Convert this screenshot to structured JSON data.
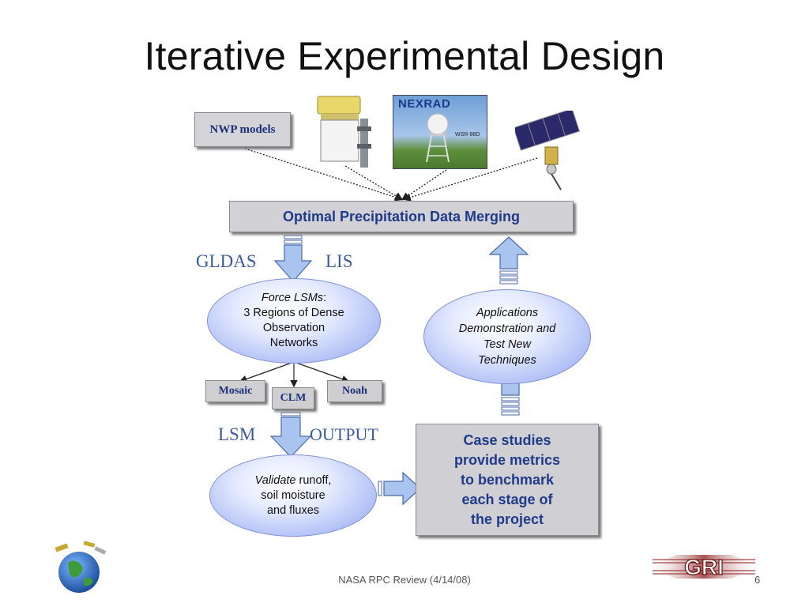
{
  "slide": {
    "title": "Iterative Experimental Design",
    "footer": "NASA RPC Review (4/14/08)",
    "page_number": "6"
  },
  "diagram": {
    "nwp_box": "NWP models",
    "nexrad_label": "NEXRAD",
    "radar_caption": "WSR-88D",
    "merging_box": "Optimal Precipitation Data Merging",
    "gldas_label": "GLDAS",
    "lis_label": "LIS",
    "force_ellipse": {
      "line1": "Force LSMs",
      "line1_suffix": ":",
      "line2": "3 Regions of Dense",
      "line3": "Observation",
      "line4": "Networks"
    },
    "models": [
      "Mosaic",
      "CLM",
      "Noah"
    ],
    "lsm_label": "LSM",
    "output_label": "OUTPUT",
    "validate_ellipse": {
      "line1_italic": "Validate",
      "line1_rest": " runoff,",
      "line2": "soil moisture",
      "line3": "and fluxes"
    },
    "case_box": [
      "Case studies",
      "provide metrics",
      "to benchmark",
      "each stage of",
      "the project"
    ],
    "apps_ellipse": [
      "Applications",
      "Demonstration and",
      "Test New",
      "Techniques"
    ]
  },
  "logos": {
    "left": "globe-satellite-logo",
    "right": "GRI"
  },
  "colors": {
    "arrow_fill": "#a9c4ee",
    "navy_text": "#1f3a8a",
    "gri_red": "#8b1a1a"
  }
}
